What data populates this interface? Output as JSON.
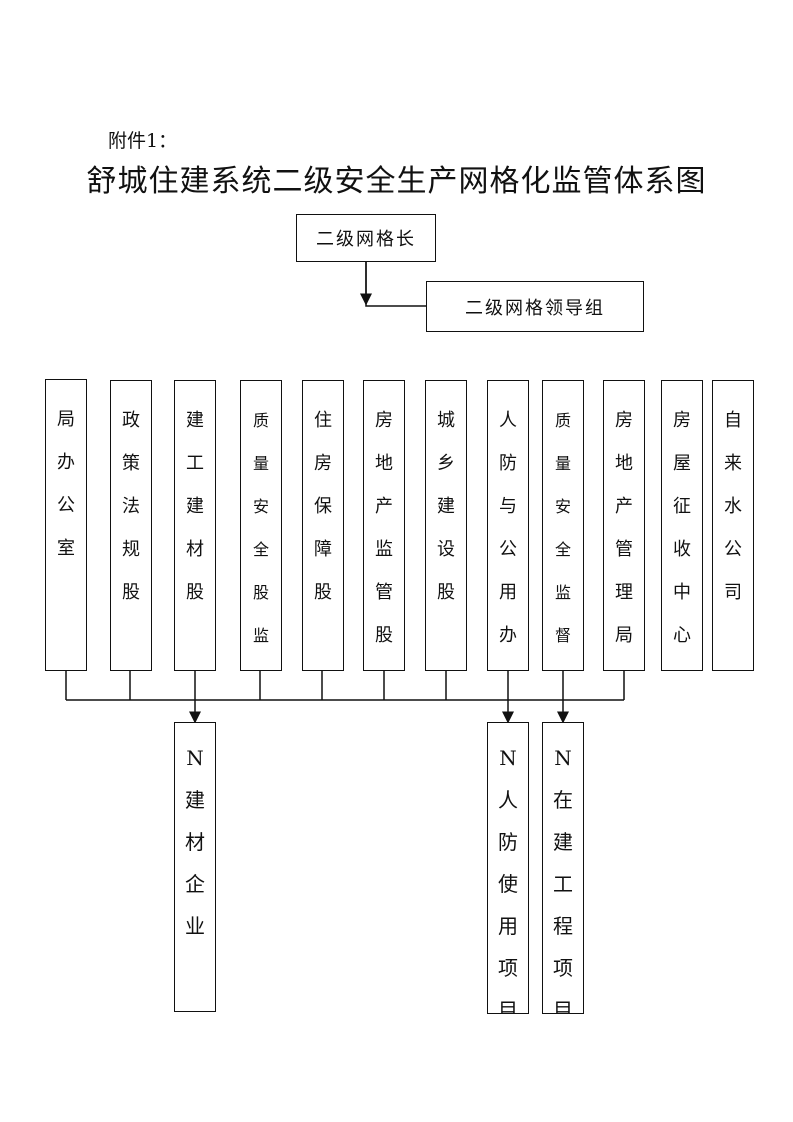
{
  "header": {
    "attachment_label": "附件1：",
    "title": "舒城住建系统二级安全生产网格化监管体系图"
  },
  "top": {
    "grid_leader": "二级网格长",
    "leading_group": "二级网格领导组"
  },
  "units": [
    "局\n办\n公\n室",
    "政\n策\n法\n规\n股",
    "建\n工\n建\n材\n股",
    "质\n量\n安\n全\n股\n监\n督",
    "住\n房\n保\n障\n股",
    "房\n地\n产\n监\n管\n股",
    "城\n乡\n建\n设\n股",
    "人\n防\n与\n公\n用\n办",
    "质\n量\n安\n全\n监\n督\n站",
    "房\n地\n产\n管\n理\n局",
    "房\n屋\n征\n收\n中\n心",
    "自\n来\n水\n公\n司"
  ],
  "targets": [
    "N\n建\n材\n企\n业",
    "N\n人\n防\n使\n用\n项\n目",
    "N\n在\n建\n工\n程\n项\n目"
  ]
}
